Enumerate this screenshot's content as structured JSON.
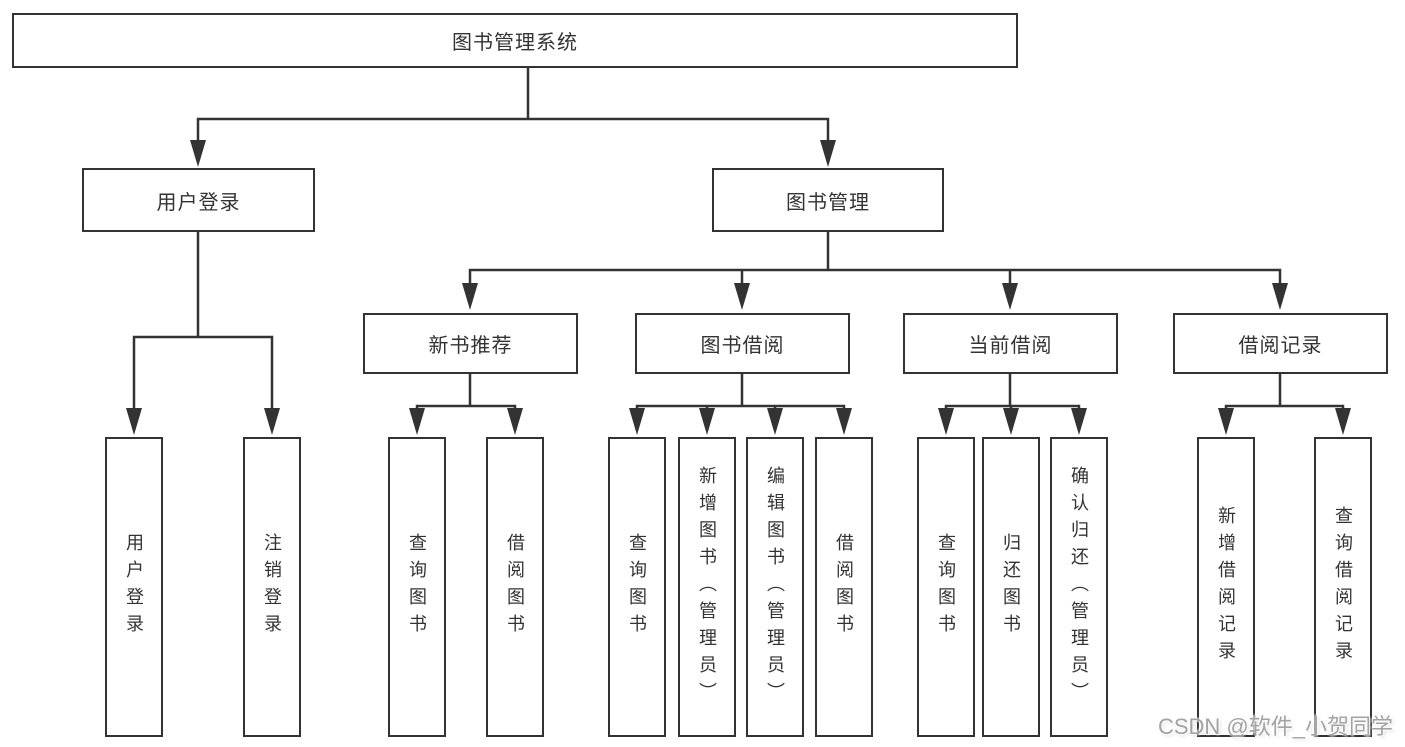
{
  "diagram": {
    "title": "图书管理系统",
    "colors": {
      "line": "#333333",
      "text": "#333333",
      "box_background": "#ffffff",
      "watermark": "#a3a3a3"
    },
    "nodes": {
      "root": "图书管理系统",
      "user_login": "用户登录",
      "book_management": "图书管理",
      "new_book_recommend": "新书推荐",
      "book_borrow": "图书借阅",
      "current_borrow": "当前借阅",
      "borrow_records": "借阅记录",
      "leaf_user_login": "用户登录",
      "leaf_logout": "注销登录",
      "leaf_query_book_rec": "查询图书",
      "leaf_borrow_book_rec": "借阅图书",
      "leaf_query_book_borrow": "查询图书",
      "leaf_add_book_admin": "新增图书（管理员）",
      "leaf_edit_book_admin": "编辑图书（管理员）",
      "leaf_borrow_book_borrow": "借阅图书",
      "leaf_query_book_current": "查询图书",
      "leaf_return_book": "归还图书",
      "leaf_confirm_return_admin": "确认归还（管理员）",
      "leaf_add_borrow_record": "新增借阅记录",
      "leaf_query_borrow_record": "查询借阅记录"
    }
  },
  "watermark": "CSDN @软件_小贺同学"
}
